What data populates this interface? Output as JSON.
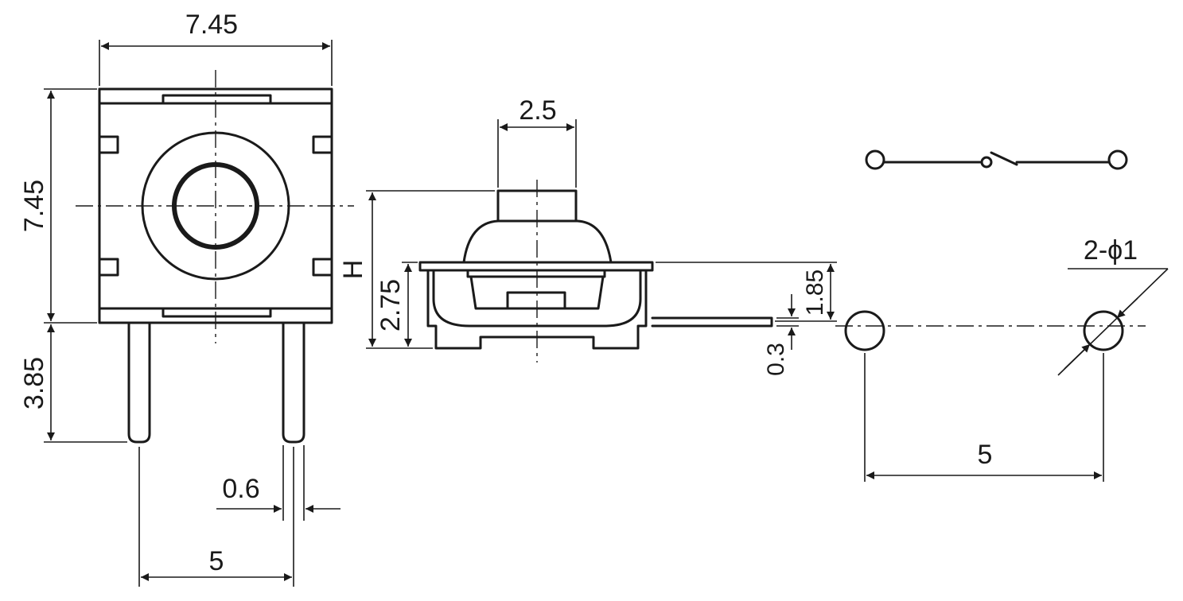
{
  "dimensions": {
    "top_width": "7.45",
    "left_height": "7.45",
    "pin_length": "3.85",
    "pin_width": "0.6",
    "pin_pitch_left": "5",
    "actuator_width": "2.5",
    "body_height": "2.75",
    "total_height_label": "H",
    "side_offset": "1.85",
    "lead_thickness": "0.3",
    "hole_spec": "2-ϕ1",
    "hole_pitch": "5"
  },
  "colors": {
    "line": "#1a1a1a",
    "background": "#ffffff"
  }
}
